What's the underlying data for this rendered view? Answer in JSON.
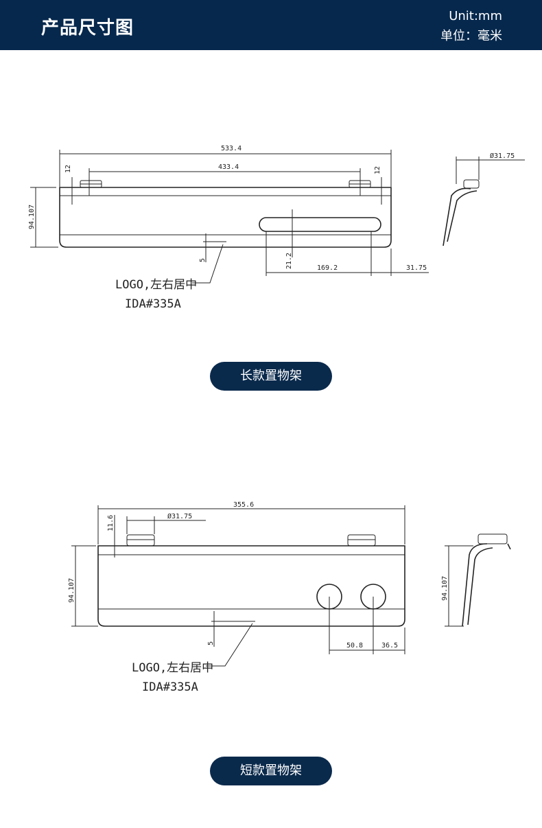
{
  "header": {
    "title": "产品尺寸图",
    "unit_en": "Unit:mm",
    "unit_cn": "单位：毫米"
  },
  "long_rack": {
    "label": "长款置物架",
    "dims": {
      "total_width": "533.4",
      "peg_spacing": "433.4",
      "peg_offset_left": "12",
      "peg_offset_right": "12",
      "height": "94.107",
      "slot_height": "21.2",
      "slot_width": "169.2",
      "slot_edge_offset": "31.75",
      "logo_offset": "5",
      "peg_diameter": "Ø31.75"
    },
    "logo_note": "LOGO,左右居中",
    "model": "IDA#335A"
  },
  "short_rack": {
    "label": "短款置物架",
    "dims": {
      "total_width": "355.6",
      "peg_diameter": "Ø31.75",
      "peg_offset": "11.6",
      "height": "94.107",
      "side_height": "94.107",
      "hole_spacing": "50.8",
      "hole_edge_offset": "36.5",
      "logo_offset": "5"
    },
    "logo_note": "LOGO,左右居中",
    "model": "IDA#335A"
  }
}
